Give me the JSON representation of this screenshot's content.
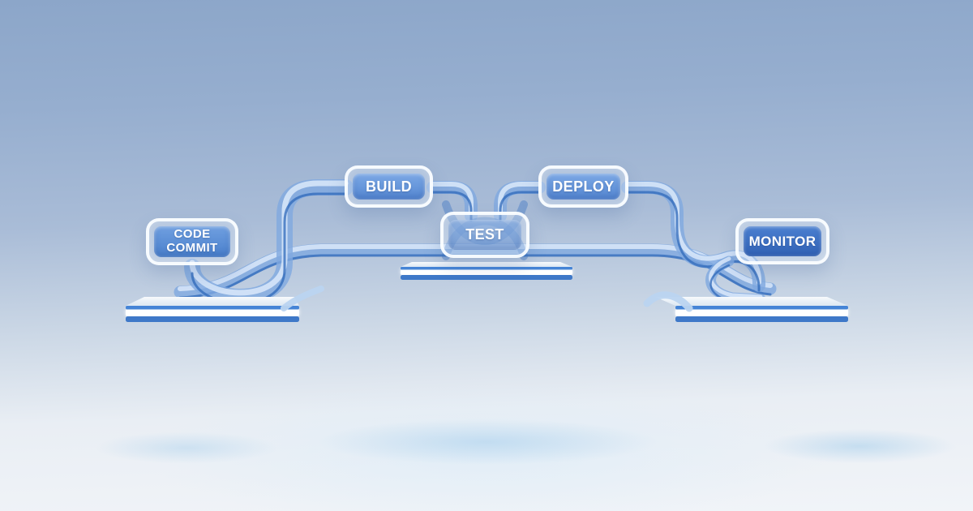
{
  "stages": [
    {
      "label": "CODE COMMIT"
    },
    {
      "label": "BUILD"
    },
    {
      "label": "TEST"
    },
    {
      "label": "DEPLOY"
    },
    {
      "label": "MONITOR"
    }
  ],
  "colors": {
    "background_top": "#8CA6C9",
    "background_bottom": "#F1F4F8",
    "ribbon_blue": "#7FA9E0",
    "ribbon_edge": "#2E68BA",
    "platform_stripe_blue": "#4584D6",
    "node_border": "#FFFFFF",
    "node_fill_light": "#5587D2",
    "node_fill_dark": "#3263B6",
    "label_text": "#FFFFFF"
  }
}
